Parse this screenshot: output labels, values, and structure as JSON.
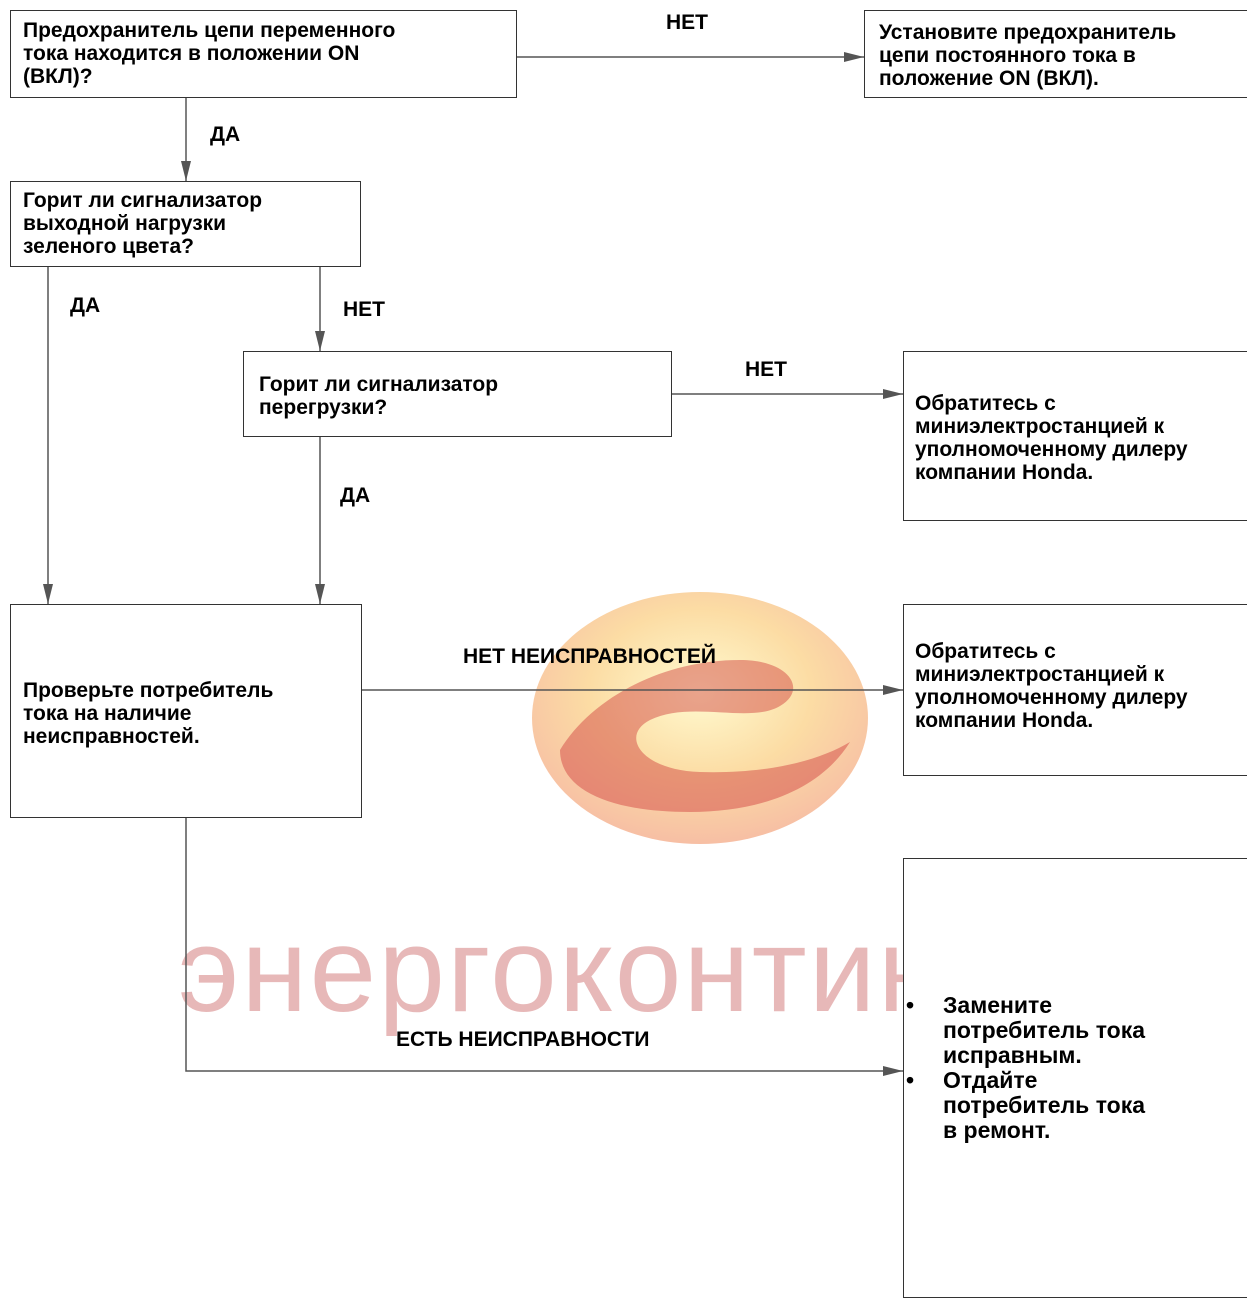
{
  "boxes": {
    "q_fuse": "Предохранитель цепи переменного\nтока находится в положении ON\n(ВКЛ)?",
    "set_fuse": "Установите предохранитель\nцепи постоянного тока в\nположение ON (ВКЛ).",
    "q_green": "Горит ли сигнализатор\nвыходной нагрузки\nзеленого цвета?",
    "q_overload": "Горит ли сигнализатор\nперегрузки?",
    "contact_dealer_1": "Обратитесь с\nминиэлектростанцией к\nуполномоченному дилеру\nкомпании Honda.",
    "check_load": "Проверьте потребитель\nтока на наличие\nнеисправностей.",
    "contact_dealer_2": "Обратитесь с\nминиэлектростанцией к\nуполномоченному дилеру\nкомпании Honda.",
    "actions": [
      "Замените\nпотребитель тока\nисправным.",
      "Отдайте\nпотребитель тока\nв ремонт."
    ],
    "bullet": "•"
  },
  "labels": {
    "no_1": "НЕТ",
    "yes_1": "ДА",
    "yes_2": "ДА",
    "no_2": "НЕТ",
    "no_3": "НЕТ",
    "yes_3": "ДА",
    "no_faults": "НЕТ НЕИСПРАВНОСТЕЙ",
    "has_faults": "ЕСТЬ НЕИСПРАВНОСТИ"
  },
  "watermark": {
    "text": "энергоконтинент"
  },
  "colors": {
    "line": "#555555",
    "watermark_text": "#c55151",
    "logo_outer": "#f5c84a",
    "logo_swoosh": "#cf3a3a"
  }
}
